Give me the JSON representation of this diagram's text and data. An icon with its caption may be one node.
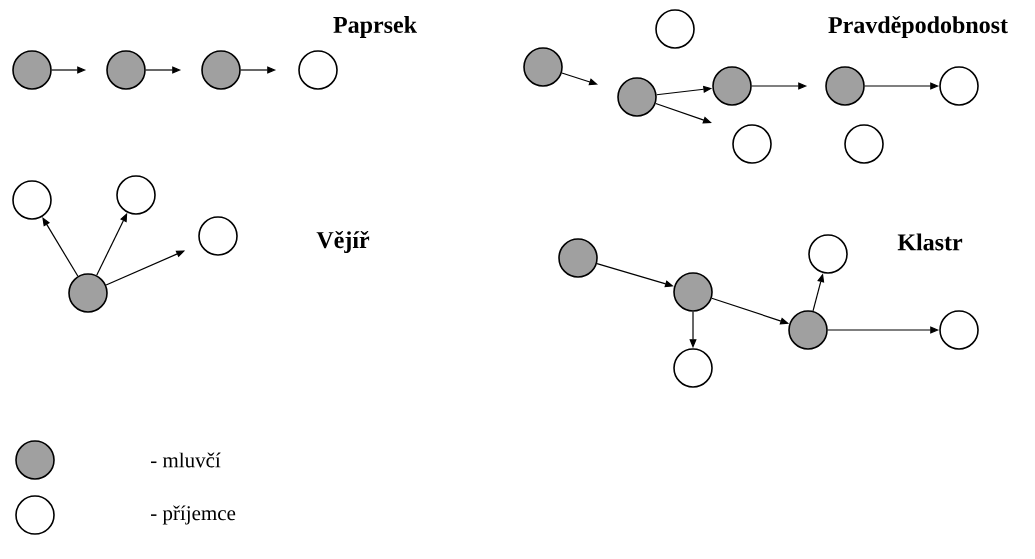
{
  "diagram": {
    "nodes": [
      {
        "text": [],
        "shape": "circle"
      },
      {
        "text": [],
        "shape": "circle"
      },
      {
        "text": [],
        "shape": "circle"
      },
      {
        "text": [],
        "shape": "circle"
      },
      {
        "text": [],
        "shape": "circle"
      },
      {
        "text": [],
        "shape": "circle"
      },
      {
        "text": [],
        "shape": "circle"
      },
      {
        "text": [],
        "shape": "circle"
      },
      {
        "text": [],
        "shape": "circle"
      },
      {
        "text": [],
        "shape": "circle"
      },
      {
        "text": [],
        "shape": "circle"
      },
      {
        "text": [],
        "shape": "circle"
      },
      {
        "text": [],
        "shape": "circle"
      },
      {
        "text": [],
        "shape": "circle"
      },
      {
        "text": [],
        "shape": "circle"
      },
      {
        "text": [],
        "shape": "circle"
      },
      {
        "text": [],
        "shape": "circle"
      },
      {
        "text": [],
        "shape": "circle"
      },
      {
        "text": [],
        "shape": "circle"
      },
      {
        "text": [],
        "shape": "circle"
      },
      {
        "text": [],
        "shape": "circle"
      },
      {
        "text": [],
        "shape": "circle"
      }
    ],
    "edges": [
      {
        "from": 0,
        "to": 1,
        "arrow": "to"
      },
      {
        "from": 1,
        "to": 2,
        "arrow": "to"
      },
      {
        "from": 2,
        "to": 3,
        "arrow": "to"
      },
      {
        "from": 5,
        "to": 6,
        "arrow": "to"
      },
      {
        "from": 6,
        "to": 7,
        "arrow": "to"
      },
      {
        "from": 6,
        "to": null,
        "arrow": "to"
      },
      {
        "from": 7,
        "to": 8,
        "arrow": "to"
      },
      {
        "from": 8,
        "to": 9,
        "arrow": "to"
      },
      {
        "from": 15,
        "to": 12,
        "arrow": "to"
      },
      {
        "from": 15,
        "to": 13,
        "arrow": "to"
      },
      {
        "from": 15,
        "to": 14,
        "arrow": "to"
      },
      {
        "from": 16,
        "to": 18,
        "arrow": "to"
      },
      {
        "from": 18,
        "to": 19,
        "arrow": "to"
      },
      {
        "from": 18,
        "to": 21,
        "arrow": "to"
      },
      {
        "from": 19,
        "to": 17,
        "arrow": "to"
      },
      {
        "from": 19,
        "to": 20,
        "arrow": "to"
      }
    ],
    "labels": [
      "Paprsek",
      "Pravděpodobnost",
      "Vějíř",
      "Klastr"
    ],
    "legend": [
      {
        "text": "- mluvčí",
        "color": "#a0a0a0"
      },
      {
        "text": "- příjemce"
      }
    ]
  }
}
